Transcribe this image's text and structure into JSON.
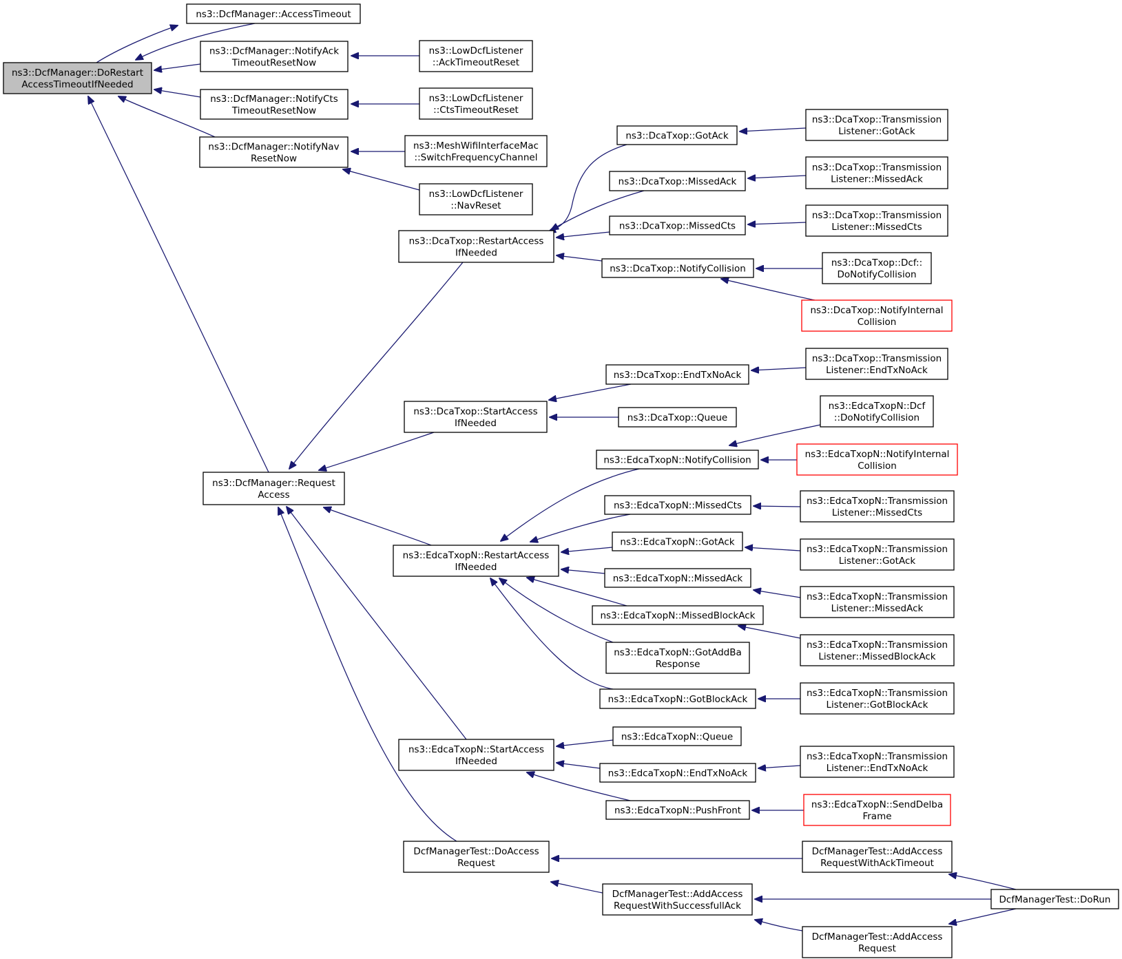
{
  "colors": {
    "edge": "#191970",
    "node_border": "#000000",
    "node_border_external": "#ff0000",
    "root_fill": "#bfbfbf",
    "node_fill": "#ffffff"
  },
  "nodes": [
    {
      "id": "root",
      "lines": [
        "ns3::DcfManager::DoRestart",
        "AccessTimeoutIfNeeded"
      ],
      "root": true
    },
    {
      "id": "access_timeout",
      "lines": [
        "ns3::DcfManager::AccessTimeout"
      ]
    },
    {
      "id": "notify_ack",
      "lines": [
        "ns3::DcfManager::NotifyAck",
        "TimeoutResetNow"
      ]
    },
    {
      "id": "notify_cts",
      "lines": [
        "ns3::DcfManager::NotifyCts",
        "TimeoutResetNow"
      ]
    },
    {
      "id": "notify_nav",
      "lines": [
        "ns3::DcfManager::NotifyNav",
        "ResetNow"
      ]
    },
    {
      "id": "ldl_ack",
      "lines": [
        "ns3::LowDcfListener",
        "::AckTimeoutReset"
      ]
    },
    {
      "id": "ldl_cts",
      "lines": [
        "ns3::LowDcfListener",
        "::CtsTimeoutReset"
      ]
    },
    {
      "id": "mesh_switch",
      "lines": [
        "ns3::MeshWifiInterfaceMac",
        "::SwitchFrequencyChannel"
      ]
    },
    {
      "id": "ldl_nav",
      "lines": [
        "ns3::LowDcfListener",
        "::NavReset"
      ]
    },
    {
      "id": "request_access",
      "lines": [
        "ns3::DcfManager::Request",
        "Access"
      ]
    },
    {
      "id": "dca_restart",
      "lines": [
        "ns3::DcaTxop::RestartAccess",
        "IfNeeded"
      ]
    },
    {
      "id": "dca_gotack",
      "lines": [
        "ns3::DcaTxop::GotAck"
      ]
    },
    {
      "id": "dca_missedack",
      "lines": [
        "ns3::DcaTxop::MissedAck"
      ]
    },
    {
      "id": "dca_missedcts",
      "lines": [
        "ns3::DcaTxop::MissedCts"
      ]
    },
    {
      "id": "dca_notifycoll",
      "lines": [
        "ns3::DcaTxop::NotifyCollision"
      ]
    },
    {
      "id": "dca_tl_gotack",
      "lines": [
        "ns3::DcaTxop::Transmission",
        "Listener::GotAck"
      ]
    },
    {
      "id": "dca_tl_missedack",
      "lines": [
        "ns3::DcaTxop::Transmission",
        "Listener::MissedAck"
      ]
    },
    {
      "id": "dca_tl_missedcts",
      "lines": [
        "ns3::DcaTxop::Transmission",
        "Listener::MissedCts"
      ]
    },
    {
      "id": "dca_dcf_donotify",
      "lines": [
        "ns3::DcaTxop::Dcf::",
        "DoNotifyCollision"
      ]
    },
    {
      "id": "dca_notifyinternal",
      "lines": [
        "ns3::DcaTxop::NotifyInternal",
        "Collision"
      ],
      "external": true
    },
    {
      "id": "dca_start",
      "lines": [
        "ns3::DcaTxop::StartAccess",
        "IfNeeded"
      ]
    },
    {
      "id": "dca_endtxnoack",
      "lines": [
        "ns3::DcaTxop::EndTxNoAck"
      ]
    },
    {
      "id": "dca_queue",
      "lines": [
        "ns3::DcaTxop::Queue"
      ]
    },
    {
      "id": "dca_tl_endtxnoack",
      "lines": [
        "ns3::DcaTxop::Transmission",
        "Listener::EndTxNoAck"
      ]
    },
    {
      "id": "edca_dcf_donotify",
      "lines": [
        "ns3::EdcaTxopN::Dcf",
        "::DoNotifyCollision"
      ]
    },
    {
      "id": "edca_notifycoll",
      "lines": [
        "ns3::EdcaTxopN::NotifyCollision"
      ]
    },
    {
      "id": "edca_notifyinternal",
      "lines": [
        "ns3::EdcaTxopN::NotifyInternal",
        "Collision"
      ],
      "external": true
    },
    {
      "id": "edca_missedcts",
      "lines": [
        "ns3::EdcaTxopN::MissedCts"
      ]
    },
    {
      "id": "edca_tl_missedcts",
      "lines": [
        "ns3::EdcaTxopN::Transmission",
        "Listener::MissedCts"
      ]
    },
    {
      "id": "edca_restart",
      "lines": [
        "ns3::EdcaTxopN::RestartAccess",
        "IfNeeded"
      ]
    },
    {
      "id": "edca_gotack",
      "lines": [
        "ns3::EdcaTxopN::GotAck"
      ]
    },
    {
      "id": "edca_tl_gotack",
      "lines": [
        "ns3::EdcaTxopN::Transmission",
        "Listener::GotAck"
      ]
    },
    {
      "id": "edca_missedack",
      "lines": [
        "ns3::EdcaTxopN::MissedAck"
      ]
    },
    {
      "id": "edca_tl_missedack",
      "lines": [
        "ns3::EdcaTxopN::Transmission",
        "Listener::MissedAck"
      ]
    },
    {
      "id": "edca_missedblockack",
      "lines": [
        "ns3::EdcaTxopN::MissedBlockAck"
      ]
    },
    {
      "id": "edca_tl_missedblockack",
      "lines": [
        "ns3::EdcaTxopN::Transmission",
        "Listener::MissedBlockAck"
      ]
    },
    {
      "id": "edca_gotaddba",
      "lines": [
        "ns3::EdcaTxopN::GotAddBa",
        "Response"
      ]
    },
    {
      "id": "edca_gotblockack",
      "lines": [
        "ns3::EdcaTxopN::GotBlockAck"
      ]
    },
    {
      "id": "edca_tl_gotblockack",
      "lines": [
        "ns3::EdcaTxopN::Transmission",
        "Listener::GotBlockAck"
      ]
    },
    {
      "id": "edca_start",
      "lines": [
        "ns3::EdcaTxopN::StartAccess",
        "IfNeeded"
      ]
    },
    {
      "id": "edca_queue",
      "lines": [
        "ns3::EdcaTxopN::Queue"
      ]
    },
    {
      "id": "edca_endtxnoack",
      "lines": [
        "ns3::EdcaTxopN::EndTxNoAck"
      ]
    },
    {
      "id": "edca_tl_endtxnoack",
      "lines": [
        "ns3::EdcaTxopN::Transmission",
        "Listener::EndTxNoAck"
      ]
    },
    {
      "id": "edca_pushfront",
      "lines": [
        "ns3::EdcaTxopN::PushFront"
      ]
    },
    {
      "id": "edca_senddelba",
      "lines": [
        "ns3::EdcaTxopN::SendDelba",
        "Frame"
      ],
      "external": true
    },
    {
      "id": "test_doaccess",
      "lines": [
        "DcfManagerTest::DoAccess",
        "Request"
      ]
    },
    {
      "id": "test_addackto",
      "lines": [
        "DcfManagerTest::AddAccess",
        "RequestWithAckTimeout"
      ]
    },
    {
      "id": "test_addsuccess",
      "lines": [
        "DcfManagerTest::AddAccess",
        "RequestWithSuccessfullAck"
      ]
    },
    {
      "id": "test_addaccess",
      "lines": [
        "DcfManagerTest::AddAccess",
        "Request"
      ]
    },
    {
      "id": "test_dorun",
      "lines": [
        "DcfManagerTest::DoRun"
      ]
    }
  ],
  "edges": [
    {
      "from": "root",
      "to": "access_timeout"
    },
    {
      "from": "access_timeout",
      "to": "root"
    },
    {
      "from": "notify_ack",
      "to": "root"
    },
    {
      "from": "notify_cts",
      "to": "root"
    },
    {
      "from": "notify_nav",
      "to": "root"
    },
    {
      "from": "request_access",
      "to": "root"
    },
    {
      "from": "ldl_ack",
      "to": "notify_ack"
    },
    {
      "from": "ldl_cts",
      "to": "notify_cts"
    },
    {
      "from": "mesh_switch",
      "to": "notify_nav"
    },
    {
      "from": "ldl_nav",
      "to": "notify_nav"
    },
    {
      "from": "dca_restart",
      "to": "request_access"
    },
    {
      "from": "dca_start",
      "to": "request_access"
    },
    {
      "from": "edca_restart",
      "to": "request_access"
    },
    {
      "from": "edca_start",
      "to": "request_access"
    },
    {
      "from": "test_doaccess",
      "to": "request_access"
    },
    {
      "from": "dca_gotack",
      "to": "dca_restart"
    },
    {
      "from": "dca_missedack",
      "to": "dca_restart"
    },
    {
      "from": "dca_missedcts",
      "to": "dca_restart"
    },
    {
      "from": "dca_notifycoll",
      "to": "dca_restart"
    },
    {
      "from": "dca_tl_gotack",
      "to": "dca_gotack"
    },
    {
      "from": "dca_tl_missedack",
      "to": "dca_missedack"
    },
    {
      "from": "dca_tl_missedcts",
      "to": "dca_missedcts"
    },
    {
      "from": "dca_dcf_donotify",
      "to": "dca_notifycoll"
    },
    {
      "from": "dca_notifyinternal",
      "to": "dca_notifycoll"
    },
    {
      "from": "dca_endtxnoack",
      "to": "dca_start"
    },
    {
      "from": "dca_queue",
      "to": "dca_start"
    },
    {
      "from": "dca_tl_endtxnoack",
      "to": "dca_endtxnoack"
    },
    {
      "from": "edca_notifycoll",
      "to": "edca_restart"
    },
    {
      "from": "edca_missedcts",
      "to": "edca_restart"
    },
    {
      "from": "edca_gotack",
      "to": "edca_restart"
    },
    {
      "from": "edca_missedack",
      "to": "edca_restart"
    },
    {
      "from": "edca_missedblockack",
      "to": "edca_restart"
    },
    {
      "from": "edca_gotaddba",
      "to": "edca_restart"
    },
    {
      "from": "edca_gotblockack",
      "to": "edca_restart"
    },
    {
      "from": "edca_dcf_donotify",
      "to": "edca_notifycoll"
    },
    {
      "from": "edca_notifyinternal",
      "to": "edca_notifycoll"
    },
    {
      "from": "edca_tl_missedcts",
      "to": "edca_missedcts"
    },
    {
      "from": "edca_tl_gotack",
      "to": "edca_gotack"
    },
    {
      "from": "edca_tl_missedack",
      "to": "edca_missedack"
    },
    {
      "from": "edca_tl_missedblockack",
      "to": "edca_missedblockack"
    },
    {
      "from": "edca_tl_gotblockack",
      "to": "edca_gotblockack"
    },
    {
      "from": "edca_queue",
      "to": "edca_start"
    },
    {
      "from": "edca_endtxnoack",
      "to": "edca_start"
    },
    {
      "from": "edca_pushfront",
      "to": "edca_start"
    },
    {
      "from": "edca_tl_endtxnoack",
      "to": "edca_endtxnoack"
    },
    {
      "from": "edca_senddelba",
      "to": "edca_pushfront"
    },
    {
      "from": "test_addackto",
      "to": "test_doaccess"
    },
    {
      "from": "test_addsuccess",
      "to": "test_doaccess"
    },
    {
      "from": "test_dorun",
      "to": "test_addackto"
    },
    {
      "from": "test_dorun",
      "to": "test_addsuccess"
    },
    {
      "from": "test_dorun",
      "to": "test_addaccess"
    },
    {
      "from": "test_addaccess",
      "to": "test_addsuccess"
    }
  ]
}
